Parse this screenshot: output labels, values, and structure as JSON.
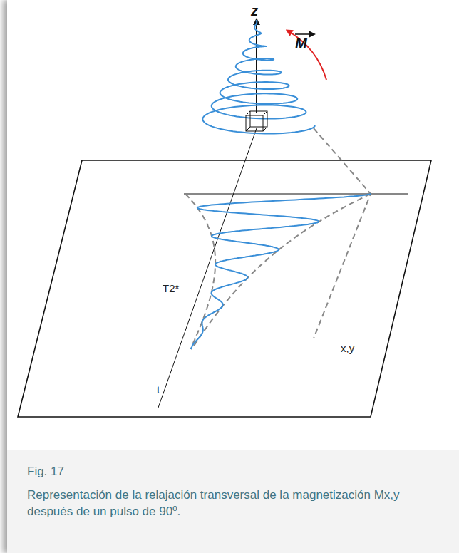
{
  "diagram": {
    "caption": "Representación de la relajación transversal de la magnetización Mx,y después de un pulso de 90º.",
    "labels": [
      "z",
      "M",
      "T2*",
      "x,y",
      "t",
      "Fig. 17"
    ]
  }
}
